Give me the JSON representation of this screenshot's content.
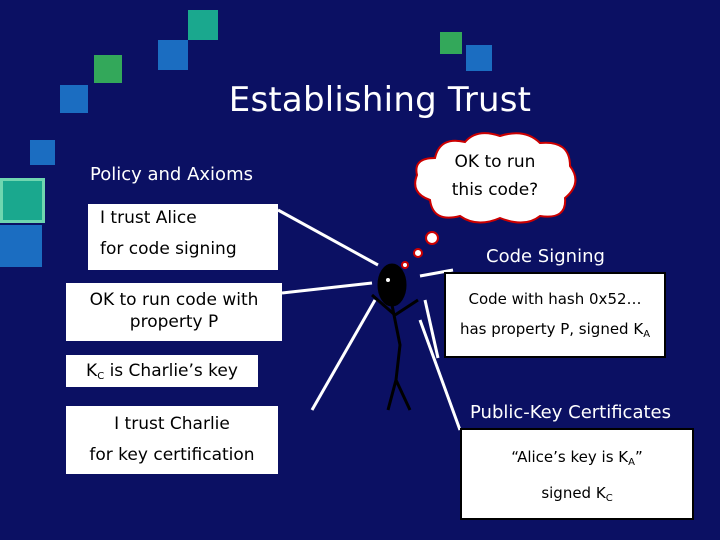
{
  "title": "Establishing Trust",
  "left": {
    "policy_label": "Policy and Axioms",
    "trust_alice_line1": "I trust Alice",
    "trust_alice_line2": "for code signing",
    "ok_run_line1": "OK to run code with",
    "ok_run_line2": "property P",
    "kc_prefix": "K",
    "kc_sub": "C",
    "kc_suffix": " is Charlie’s key",
    "trust_charlie_line1": "I trust Charlie",
    "trust_charlie_line2": "for key certification"
  },
  "thought": {
    "line1": "OK to run",
    "line2": "this code?"
  },
  "code_signing": {
    "label": "Code Signing",
    "line1": "Code with hash 0x52…",
    "line2_prefix": "has property P, signed K",
    "line2_sub": "A"
  },
  "certificates": {
    "label": "Public-Key Certificates",
    "line1_prefix": "“Alice’s key is K",
    "line1_sub": "A",
    "line1_suffix": "”",
    "line2_prefix": "signed K",
    "line2_sub": "C"
  },
  "colors": {
    "background": "#0b1063",
    "teal": "#1aa88e",
    "blue": "#1b6dc1",
    "green": "#33a85a",
    "white": "#ffffff"
  }
}
